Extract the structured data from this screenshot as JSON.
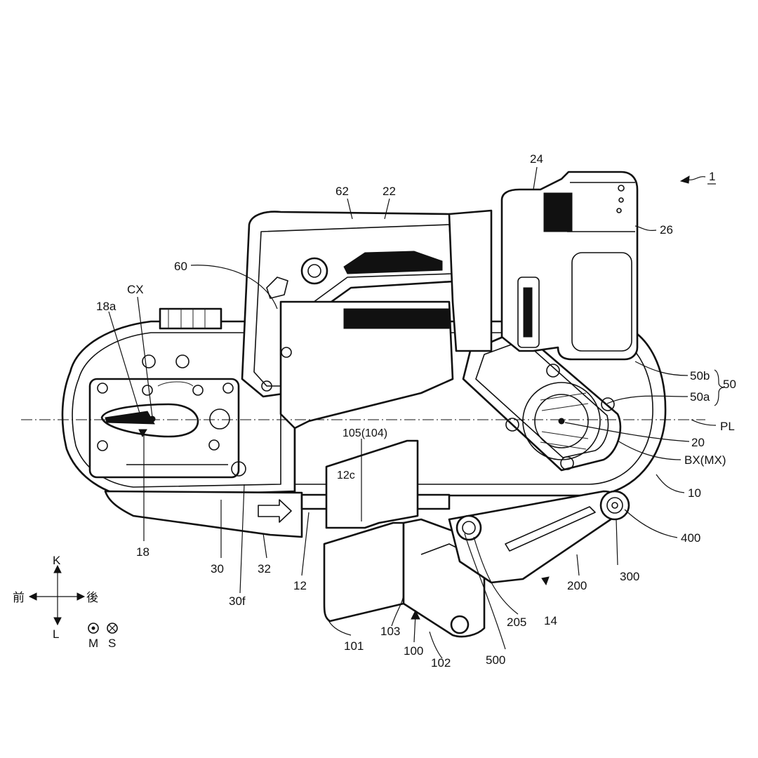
{
  "figure": {
    "figure_number": "1",
    "labels": {
      "l62": "62",
      "l22": "22",
      "l24": "24",
      "l26": "26",
      "l60": "60",
      "cx": "CX",
      "l18a": "18a",
      "l50b": "50b",
      "l50": "50",
      "l50a": "50a",
      "pl": "PL",
      "l20": "20",
      "bx": "BX(MX)",
      "l10": "10",
      "l105": "105(104)",
      "l12c": "12c",
      "l400": "400",
      "l18": "18",
      "l30": "30",
      "l32": "32",
      "l30f": "30f",
      "l12": "12",
      "l200": "200",
      "l300": "300",
      "l14": "14",
      "l205": "205",
      "l101": "101",
      "l103": "103",
      "l100": "100",
      "l102": "102",
      "l500": "500"
    },
    "direction_legend": {
      "up": "K",
      "down": "L",
      "front": "前",
      "rear": "後",
      "out_of_page": "M",
      "into_page": "S"
    }
  }
}
